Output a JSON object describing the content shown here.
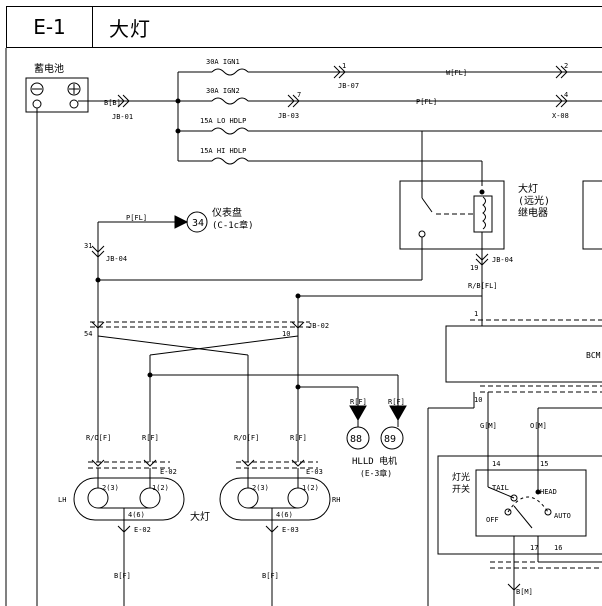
{
  "header": {
    "code": "E-1",
    "title": "大灯"
  },
  "labels": {
    "battery": "蓄电池",
    "fuse1": "30A IGN1",
    "fuse2": "30A IGN2",
    "fuse3": "15A LO HDLP",
    "fuse4": "15A HI HDLP",
    "wire_bb": "B[B]",
    "jb01": "JB-01",
    "jb07": "JB-07",
    "jb03": "JB-03",
    "x08": "X-08",
    "pin1": "1",
    "pin7": "7",
    "pin2": "2",
    "pin4": "4",
    "wire_wfl": "W[FL]",
    "wire_pfl_top": "P[FL]",
    "relay_name1": "大灯",
    "relay_name2": "(远光)",
    "relay_name3": "继电器",
    "wire_pfl": "P[FL]",
    "cluster_num": "34",
    "cluster_name": "仪表盘",
    "cluster_ref": "(C-1c章)",
    "pin31": "31",
    "jb04a": "JB-04",
    "pin19": "19",
    "jb04b": "JB-04",
    "wire_rbfl": "R/B[FL]",
    "pin54": "54",
    "pin10a": "10",
    "jb02": "JB-02",
    "pin1b": "1",
    "bcm": "BCM",
    "pin10b": "10",
    "wire_ro1": "R/O[F]",
    "wire_rf1": "R[F]",
    "wire_ro2": "R/O[F]",
    "wire_rf2": "R[F]",
    "wire_rf3": "R[F]",
    "wire_rf4": "R[F]",
    "hlld_num": "88",
    "motor_num": "89",
    "hlld_label": "HLLD 电机",
    "hlld_ref": "(E-3章)",
    "wire_gm": "G[M]",
    "wire_om": "O[M]",
    "pin14": "14",
    "pin15": "15",
    "e02a": "E-02",
    "e03a": "E-03",
    "lh": "LH",
    "rh": "RH",
    "lamp_pins_l1": "2(3)",
    "lamp_pins_l2": "1(2)",
    "lamp_pins_r1": "2(3)",
    "lamp_pins_r2": "1(2)",
    "lamp_pin_lb": "4(6)",
    "lamp_pin_rb": "4(6)",
    "lamp_name": "大灯",
    "e02b": "E-02",
    "e03b": "E-03",
    "switch_name1": "灯光",
    "switch_name2": "开关",
    "sw_tail": "TAIL",
    "sw_head": "HEAD",
    "sw_off": "OFF",
    "sw_auto": "AUTO",
    "pin17": "17",
    "pin16": "16",
    "wire_bf1": "B[F]",
    "wire_bf2": "B[F]",
    "wire_bm": "B[M]"
  }
}
